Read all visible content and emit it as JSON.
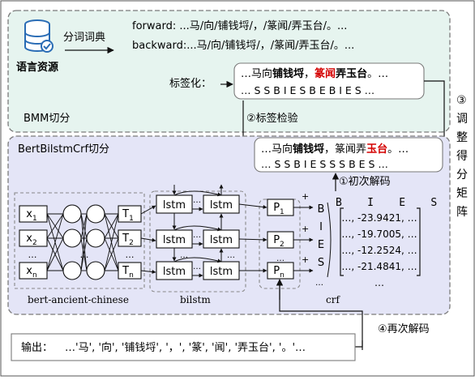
{
  "colors": {
    "bmm_fill": "#e6f4ef",
    "crf_fill": "#e4e5f7",
    "box_border": "#7a7a7a",
    "red": "#d40000",
    "dark": "#111111",
    "database_icon": "#2a6cb5",
    "lstm_fill": "#ffffff"
  },
  "bmm": {
    "section_label": "BMM切分",
    "resource_label": "语言资源",
    "dict_label": "分词词典",
    "forward_line": "forward: ...马/向/铺钱埒/，/篆闻/弄玉台/。...",
    "backward_line": "backward:...马/向/铺钱埒/，/篆闻/弄玉台/。...",
    "tag_label": "标签化：",
    "tag_box": {
      "line1_parts": [
        {
          "text": "…马向",
          "style": "normal"
        },
        {
          "text": "铺钱埒",
          "style": "bold"
        },
        {
          "text": "，",
          "style": "normal"
        },
        {
          "text": "篆闻",
          "style": "red"
        },
        {
          "text": "弄玉台",
          "style": "bold"
        },
        {
          "text": "。…",
          "style": "normal"
        }
      ],
      "line2": "… S S B I E S B E B I E S …"
    }
  },
  "steps": {
    "step2": "②标签检验",
    "step1": "①初次解码",
    "step3_chars": [
      "③",
      "调",
      "整",
      "得",
      "分",
      "矩",
      "阵"
    ],
    "step4": "④再次解码"
  },
  "crf": {
    "section_label": "BertBilstmCrf切分",
    "check_box": {
      "line1_parts": [
        {
          "text": "…马向",
          "style": "normal"
        },
        {
          "text": "铺钱埒",
          "style": "bold"
        },
        {
          "text": "，篆闻",
          "style": "normal"
        },
        {
          "text": "弄",
          "style": "normal"
        },
        {
          "text": "玉台",
          "style": "red"
        },
        {
          "text": "。…",
          "style": "normal"
        }
      ],
      "line2": "… S S  B I E S S S B E S …"
    },
    "inputs": [
      {
        "base": "x",
        "sub": "1"
      },
      {
        "base": "x",
        "sub": "2"
      },
      {
        "base": "x",
        "sub": "n"
      }
    ],
    "transformer_outputs": [
      {
        "base": "T",
        "sub": "1"
      },
      {
        "base": "T",
        "sub": "2"
      },
      {
        "base": "T",
        "sub": "n"
      }
    ],
    "lstm_label": "lstm",
    "lstm_dots": "…",
    "probabilities": [
      {
        "base": "P",
        "sub": "1"
      },
      {
        "base": "P",
        "sub": "2"
      },
      {
        "base": "P",
        "sub": "n"
      }
    ],
    "plus": "+",
    "ellipsis_v": "…",
    "tag_column": [
      "B",
      "I",
      "E",
      "S"
    ],
    "matrix_header": "B    I    E    S",
    "matrix_rows": [
      "…, -23.9421, …",
      "…, -19.7005, …",
      "…, -12.2524, …",
      "…, -21.4841, …",
      "…"
    ],
    "bert_label": "bert-ancient-chinese",
    "bilstm_label": "bilstm",
    "crf_label": "crf"
  },
  "output": {
    "label": "输出：",
    "value": "…'马', '向', '铺钱埒', '，', '篆', '闻', '弄玉台', '。'…"
  }
}
